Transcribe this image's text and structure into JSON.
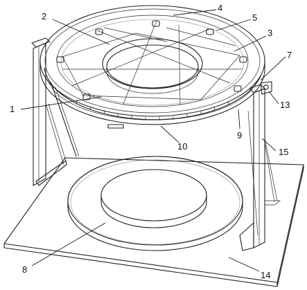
{
  "labels": {
    "l1": "1",
    "l2": "2",
    "l3": "3",
    "l4": "4",
    "l5": "5",
    "l7": "7",
    "l8": "8",
    "l9": "9",
    "l10": "10",
    "l13": "13",
    "l14": "14",
    "l15": "15"
  }
}
